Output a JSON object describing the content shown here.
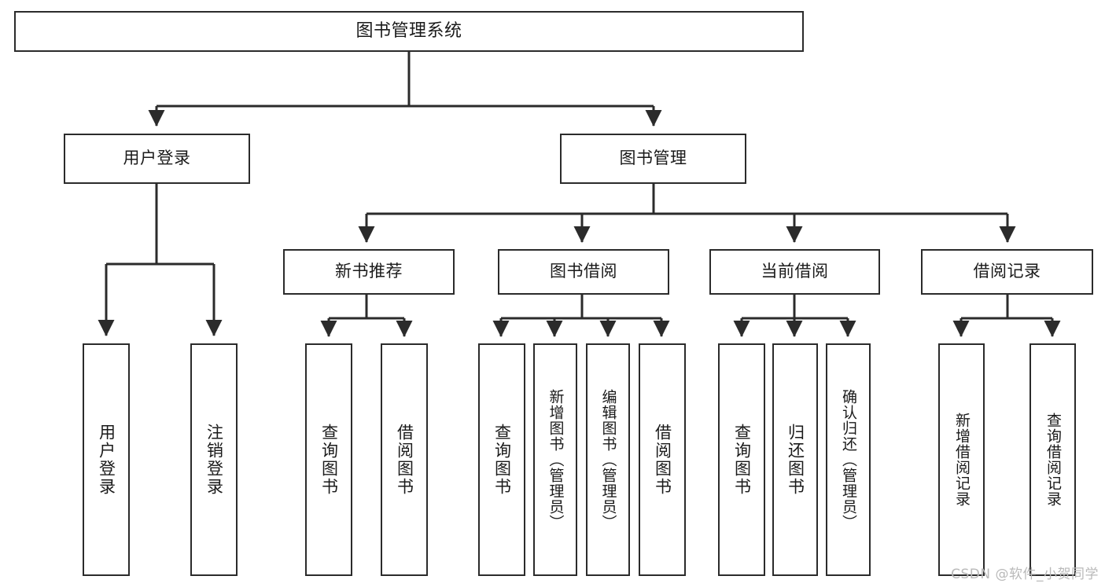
{
  "diagram": {
    "title": "图书管理系统",
    "type": "tree-hierarchy-chart",
    "watermark": "CSDN @软件_小贺同学",
    "line_color": "#2b2b2b",
    "box_fill": "#ffffff",
    "text_color": "#1a1a1a",
    "watermark_color": "#b9b9b9"
  },
  "nodes": {
    "root": {
      "label": "图书管理系统"
    },
    "level2": [
      {
        "label": "用户登录"
      },
      {
        "label": "图书管理"
      }
    ],
    "level3": [
      {
        "label": "新书推荐"
      },
      {
        "label": "图书借阅"
      },
      {
        "label": "当前借阅"
      },
      {
        "label": "借阅记录"
      }
    ],
    "leaves": {
      "user_login": [
        {
          "label": "用户登录"
        },
        {
          "label": "注销登录"
        }
      ],
      "new_book_recommend": [
        {
          "label": "查询图书"
        },
        {
          "label": "借阅图书"
        }
      ],
      "book_borrow": [
        {
          "label": "查询图书"
        },
        {
          "label": "新增图书（管理员）"
        },
        {
          "label": "编辑图书（管理员）"
        },
        {
          "label": "借阅图书"
        }
      ],
      "current_borrow": [
        {
          "label": "查询图书"
        },
        {
          "label": "归还图书"
        },
        {
          "label": "确认归还（管理员）"
        }
      ],
      "borrow_record": [
        {
          "label": "新增借阅记录"
        },
        {
          "label": "查询借阅记录"
        }
      ]
    }
  }
}
